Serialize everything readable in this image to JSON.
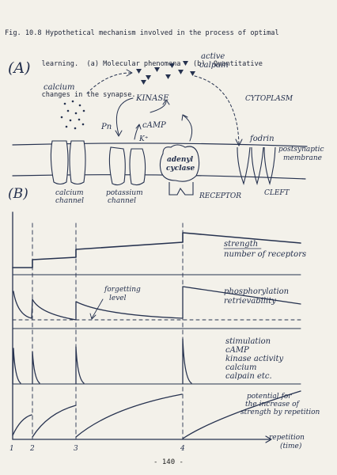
{
  "caption": {
    "line1": "Fig. 10.8 Hypothetical mechanism involved in the process of optimal",
    "line2": "         learning.  (a) Molecular phenomena   (b)  Quantitative",
    "line3": "         changes in the synapse."
  },
  "panel_a": {
    "label": "(A)",
    "labels": {
      "calcium": "calcium",
      "active_calpain_1": "active",
      "active_calpain_2": "calpain",
      "kinase": "KINASE",
      "camp": "cAMP",
      "cytoplasm": "CYTOPLASM",
      "pn": "Pn",
      "k_plus": "K⁺",
      "adenyl_cyclase_1": "adenyl",
      "adenyl_cyclase_2": "cyclase",
      "fodrin": "fodrin",
      "postsynaptic_1": "postsynaptic",
      "postsynaptic_2": "membrane",
      "calcium_channel_1": "calcium",
      "calcium_channel_2": "channel",
      "potassium_channel_1": "potassium",
      "potassium_channel_2": "channel",
      "receptor": "RECEPTOR",
      "cleft": "CLEFT"
    }
  },
  "panel_b": {
    "label": "(B)",
    "repetitions": [
      "1",
      "2",
      "3",
      "4"
    ],
    "x_label_1": "repetition",
    "x_label_2": "(time)",
    "rows": [
      {
        "lines": [
          "strength",
          "number of receptors"
        ]
      },
      {
        "lines": [
          "phosphorylation",
          "retrievability"
        ],
        "annotation": [
          "forgetting",
          "level"
        ]
      },
      {
        "lines": [
          "stimulation",
          "cAMP",
          "kinase activity",
          "calcium",
          "calpain etc."
        ]
      },
      {
        "lines": [
          "potential for",
          "the increase of",
          "strength by repetition"
        ]
      }
    ]
  },
  "page_number": "- 140 -"
}
